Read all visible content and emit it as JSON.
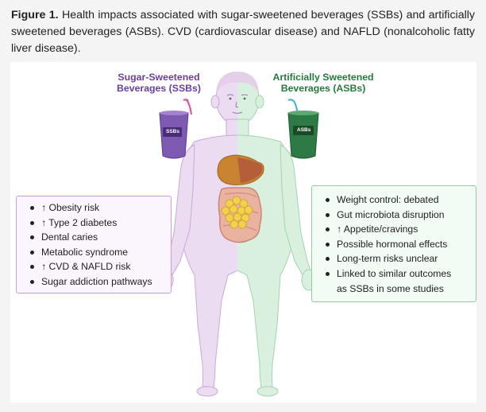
{
  "caption": {
    "figure_label": "Figure 1.",
    "text": " Health impacts associated with sugar-sweetened beverages (SSBs) and artificially sweetened beverages (ASBs). CVD (cardiovascular disease) and NAFLD (nonalcoholic fatty liver disease)."
  },
  "headings": {
    "ssb_line1": "Sugar-Sweetened",
    "ssb_line2": "Beverages (SSBs)",
    "asb_line1": "Artificially Sweetened",
    "asb_line2": "Beverages (ASBs)"
  },
  "cups": {
    "ssb_label": "SSBs",
    "asb_label": "ASBs"
  },
  "ssb_effects": [
    "↑ Obesity risk",
    "↑ Type 2 diabetes",
    "Dental caries",
    "Metabolic syndrome",
    "↑ CVD & NAFLD risk",
    "Sugar addiction pathways"
  ],
  "asb_effects": [
    "Weight control: debated",
    "Gut microbiota disruption",
    "↑ Appetite/cravings",
    "Possible hormonal effects",
    "Long-term risks unclear",
    "Linked to similar outcomes as SSBs in some studies"
  ],
  "colors": {
    "ssb_accent": "#6a3ea0",
    "ssb_body": "#ecdcf2",
    "asb_accent": "#237a3c",
    "asb_body": "#d9f0de"
  }
}
